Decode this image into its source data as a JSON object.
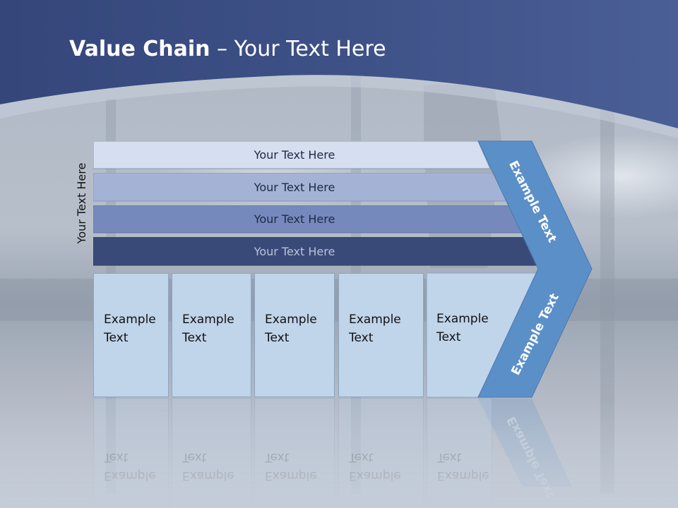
{
  "slide": {
    "title_bold": "Value Chain",
    "title_rest": " – Your Text Here",
    "side_label": "Your Text Here"
  },
  "bands": [
    {
      "label": "Your Text Here",
      "fill": "#d6dff0"
    },
    {
      "label": "Your Text Here",
      "fill": "#a4b2d6"
    },
    {
      "label": "Your Text Here",
      "fill": "#7689bd"
    },
    {
      "label": "Your Text Here",
      "fill": "#3a4a78"
    }
  ],
  "activities": [
    {
      "label": "Example\nText"
    },
    {
      "label": "Example\nText"
    },
    {
      "label": "Example\nText"
    },
    {
      "label": "Example\nText"
    },
    {
      "label": "Example\nText"
    }
  ],
  "chevron": {
    "top_label": "Example Text",
    "bottom_label": "Example Text",
    "fill": "#5b8fc8"
  },
  "colors": {
    "header_dark": "#2e3f6e",
    "header_mid": "#4a5f94",
    "box_fill": "#c0d4ea",
    "box_border": "#8ea5c3"
  }
}
